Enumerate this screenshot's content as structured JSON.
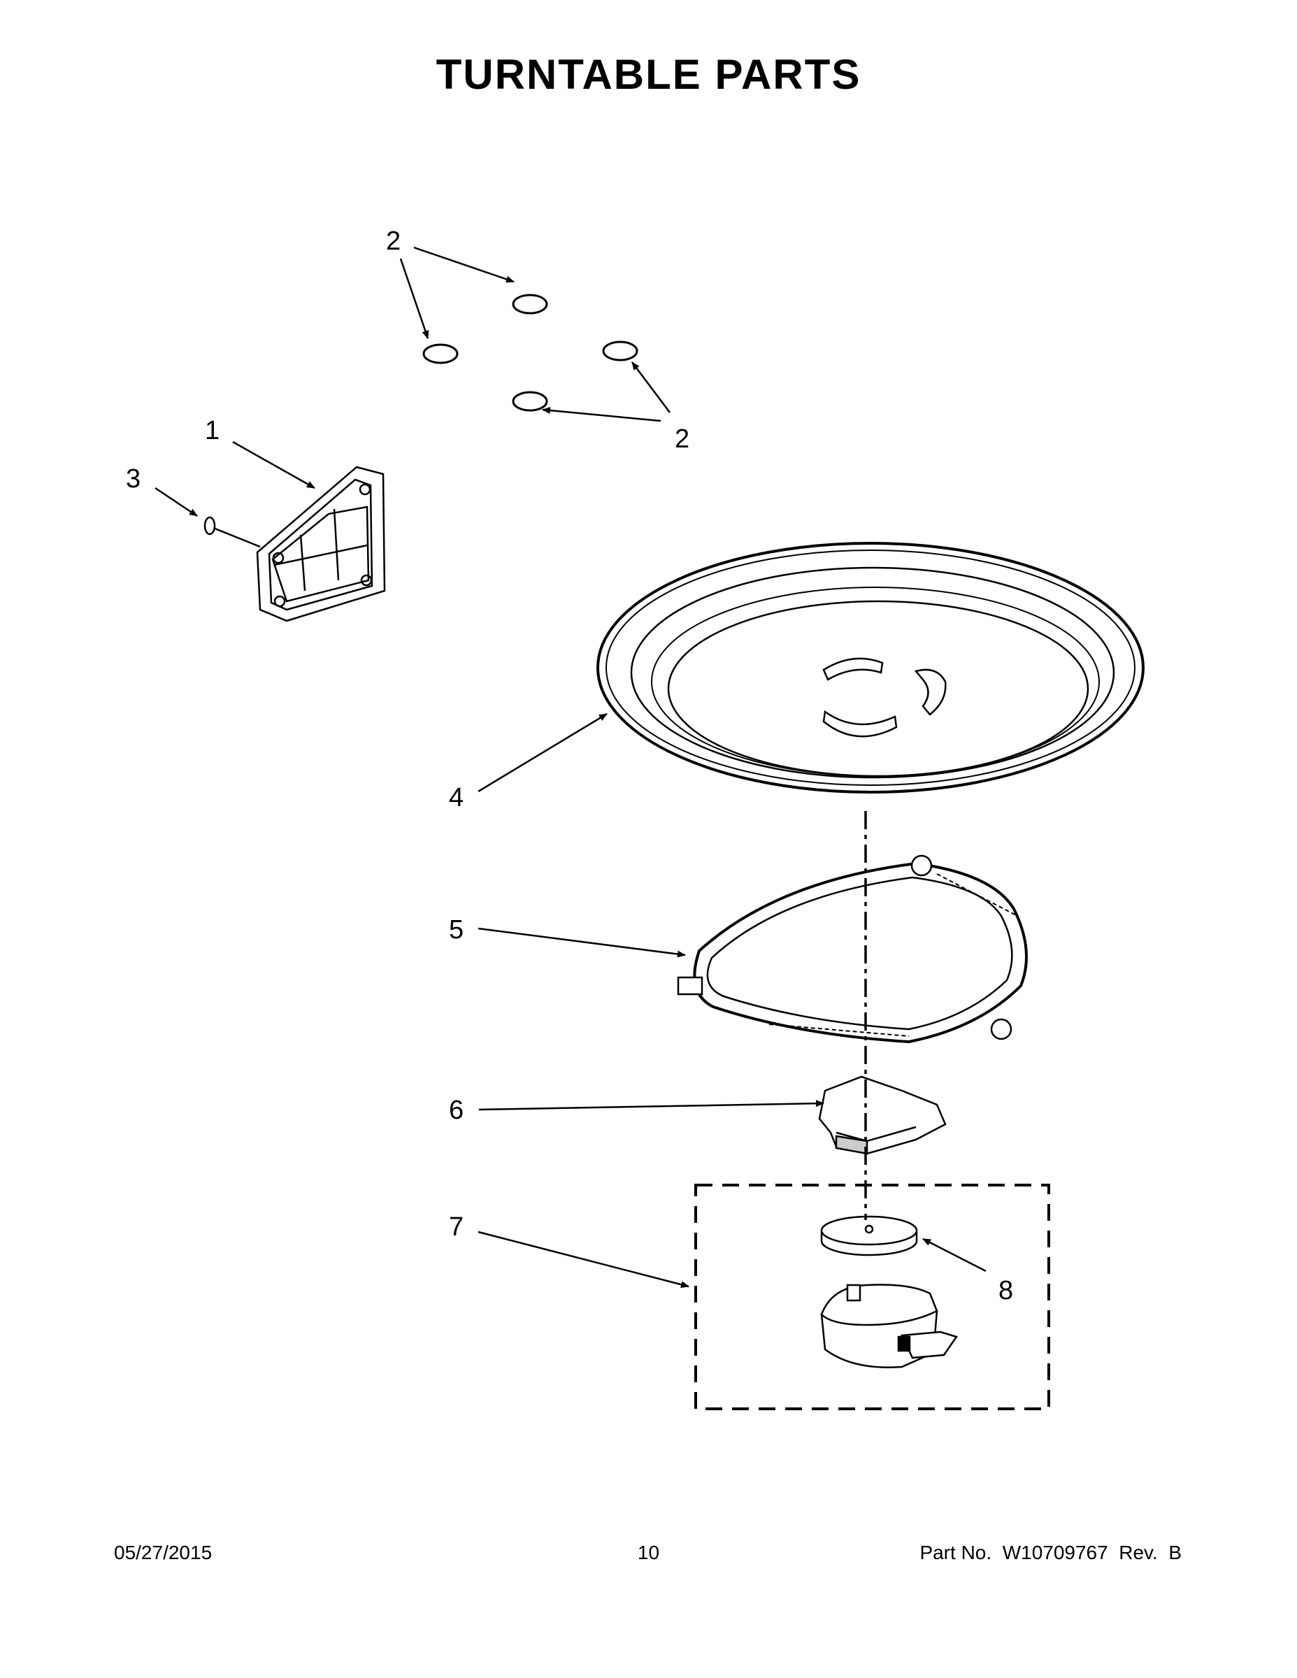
{
  "title": "TURNTABLE PARTS",
  "callouts": {
    "c1": "1",
    "c2a": "2",
    "c2b": "2",
    "c3": "3",
    "c4": "4",
    "c5": "5",
    "c6": "6",
    "c7": "7",
    "c8": "8"
  },
  "footer": {
    "date": "05/27/2015",
    "page": "10",
    "part": "Part No.  W10709767  Rev.  B"
  }
}
